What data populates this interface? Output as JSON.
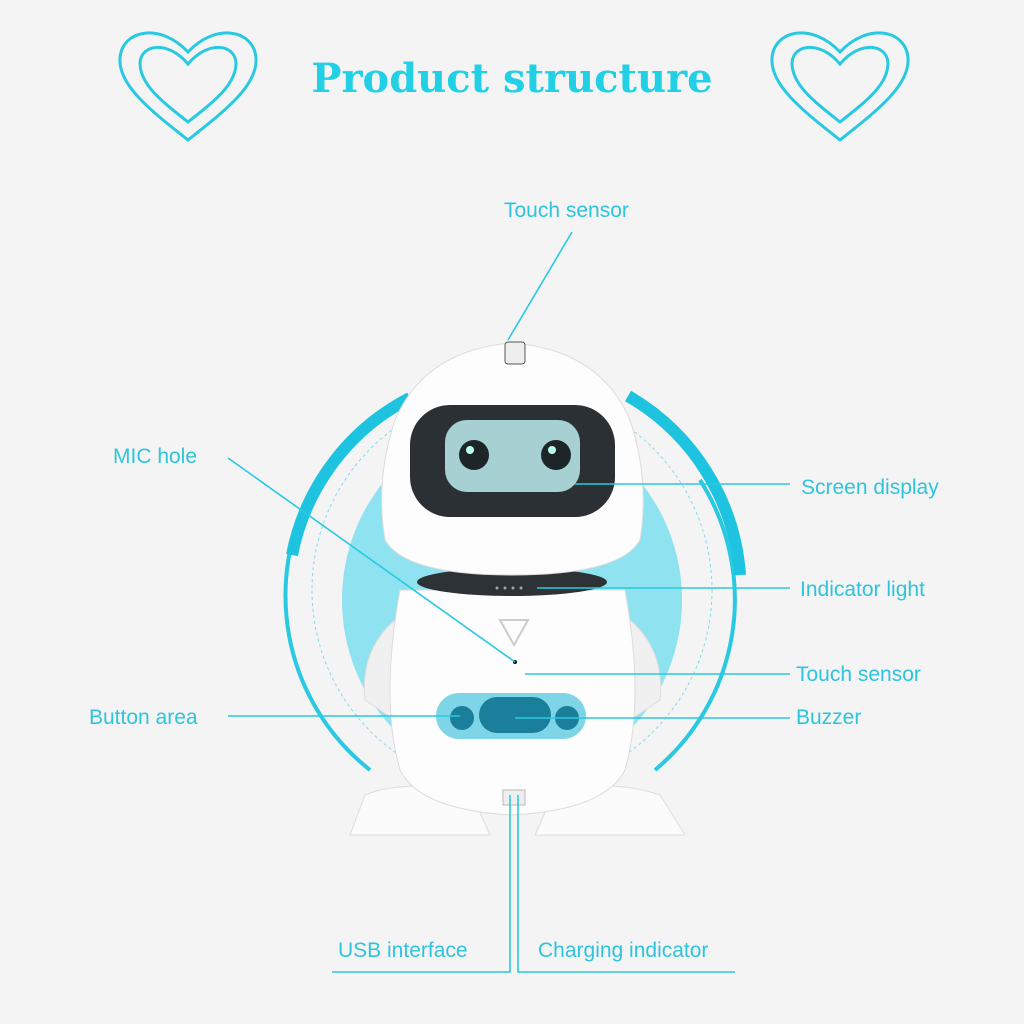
{
  "title": "Product structure",
  "accent_color": "#29c9e2",
  "labels": {
    "touch_sensor_top": "Touch sensor",
    "mic_hole": "MIC hole",
    "screen_display": "Screen display",
    "indicator_light": "Indicator light",
    "touch_sensor_body": "Touch sensor",
    "button_area": "Button area",
    "buzzer": "Buzzer",
    "usb_interface": "USB interface",
    "charging_indicator": "Charging indicator"
  }
}
